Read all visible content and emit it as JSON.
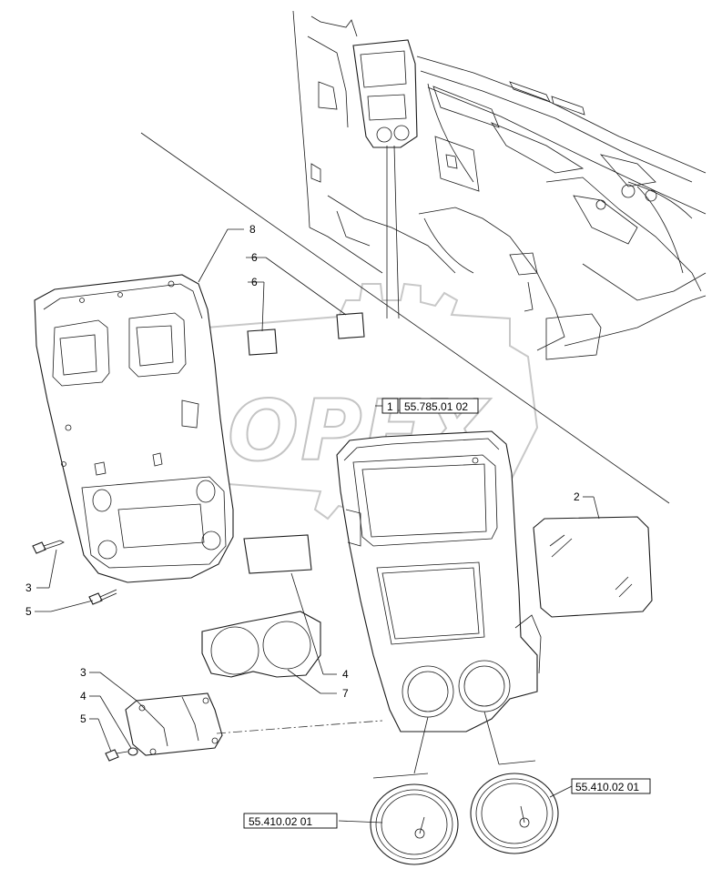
{
  "diagram": {
    "callouts": {
      "c1": "1",
      "c2": "2",
      "c3a": "3",
      "c3b": "3",
      "c4a": "4",
      "c4b": "4",
      "c5a": "5",
      "c5b": "5",
      "c6a": "6",
      "c6b": "6",
      "c7": "7",
      "c8": "8"
    },
    "references": {
      "ref_main": "55.785.01 02",
      "ref_gauge_left": "55.410.02 01",
      "ref_gauge_right": "55.410.02 01"
    },
    "watermark": {
      "text": "OPEX"
    }
  }
}
